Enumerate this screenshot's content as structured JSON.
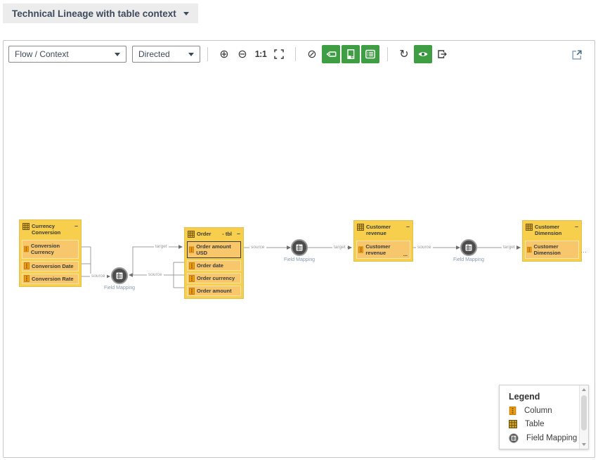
{
  "window": {
    "title_chip": "Technical Lineage with table context"
  },
  "toolbar": {
    "view_select": {
      "value": "Flow / Context"
    },
    "direction_select": {
      "value": "Directed"
    },
    "glyphs": {
      "zoom_in": "⊕",
      "zoom_out": "⊖",
      "actual_size": "1:1",
      "no_entry": "⊘",
      "refresh": "↻"
    }
  },
  "diagram": {
    "nodes": [
      {
        "id": "currency-conversion",
        "title": "Currency Conversion",
        "collapse": "–",
        "columns": [
          {
            "label": "Conversion Currency"
          },
          {
            "label": "Conversion Date"
          },
          {
            "label": "Conversion Rate"
          }
        ]
      },
      {
        "id": "order",
        "title": "Order",
        "suffix": "- tbl",
        "collapse": "–",
        "columns": [
          {
            "label": "Order amount USD",
            "selected": true
          },
          {
            "label": "Order date"
          },
          {
            "label": "Order currency"
          },
          {
            "label": "Order amount"
          }
        ]
      },
      {
        "id": "customer-revenue",
        "title": "Customer revenue",
        "collapse": "–",
        "columns": [
          {
            "label": "Customer revenue",
            "truncated": "..."
          }
        ]
      },
      {
        "id": "customer-dimension",
        "title": "Customer Dimension",
        "collapse": "–",
        "columns": [
          {
            "label": "Customer Dimension"
          }
        ]
      }
    ],
    "field_mappings": [
      {
        "label": "Field Mapping"
      },
      {
        "label": "Field Mapping"
      },
      {
        "label": "Field Mapping"
      }
    ],
    "edge_labels": [
      {
        "from": "Currency Conversion columns",
        "to": "Field Mapping 1",
        "label": "source"
      },
      {
        "from": "Order columns",
        "to": "Field Mapping 1",
        "label": "source"
      },
      {
        "from": "Field Mapping 1",
        "to": "Order amount USD",
        "label": "target"
      },
      {
        "from": "Order amount USD",
        "to": "Field Mapping 2",
        "label": "source"
      },
      {
        "from": "Field Mapping 2",
        "to": "Customer revenue",
        "label": "target"
      },
      {
        "from": "Customer revenue",
        "to": "Field Mapping 3",
        "label": "source"
      },
      {
        "from": "Field Mapping 3",
        "to": "Customer Dimension",
        "label": "target"
      }
    ],
    "continuation_ellipsis": "⋯"
  },
  "legend": {
    "title": "Legend",
    "items": [
      {
        "icon": "column-icon",
        "label": "Column"
      },
      {
        "icon": "table-icon",
        "label": "Table"
      },
      {
        "icon": "field-mapping-icon",
        "label": "Field Mapping"
      }
    ]
  },
  "colors": {
    "accent_green": "#3f9e44",
    "table_fill": "#f7cf4c",
    "column_fill": "#f8c76c",
    "column_border": "#fbe5a8",
    "selected_border": "#3a3a3a",
    "edge": "#9c9c9c",
    "fm_circle": "#4d4d4d",
    "fm_label_text": "#8a9ab0",
    "column_icon": "#f09e0e",
    "table_icon": "#e0b02e"
  }
}
